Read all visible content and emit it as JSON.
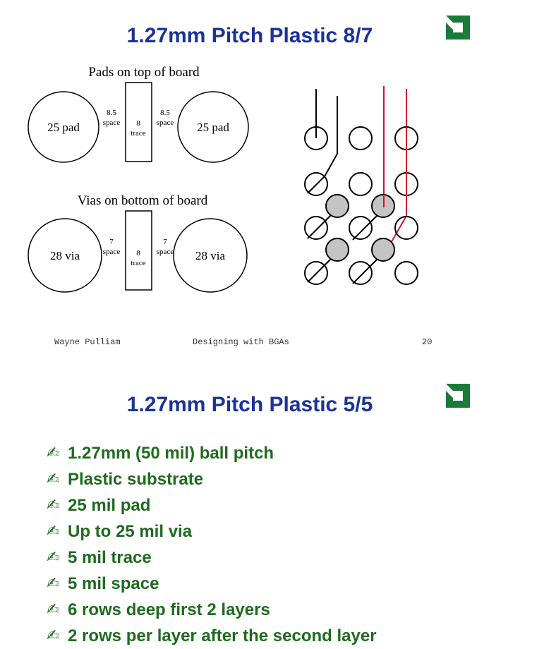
{
  "slide1": {
    "title": "1.27mm Pitch Plastic 8/7",
    "pads_heading": "Pads on top of board",
    "pads": {
      "left_label": "25 pad",
      "right_label": "25 pad",
      "left_space": [
        "8.5",
        "space"
      ],
      "right_space": [
        "8.5",
        "space"
      ],
      "trace": [
        "8",
        "trace"
      ]
    },
    "vias_heading": "Vias on bottom of board",
    "vias": {
      "left_label": "28 via",
      "right_label": "28 via",
      "left_space": [
        "7",
        "space"
      ],
      "right_space": [
        "7",
        "space"
      ],
      "trace": [
        "8",
        "trace"
      ]
    },
    "footer": {
      "author": "Wayne Pulliam",
      "course": "Designing with BGAs",
      "page": "20"
    }
  },
  "slide2": {
    "title": "1.27mm Pitch Plastic 5/5",
    "bullet_mark": "✍",
    "bullets": [
      "1.27mm (50 mil) ball pitch",
      "Plastic substrate",
      "25 mil pad",
      "Up to 25 mil via",
      "5 mil trace",
      "5 mil space",
      "6 rows deep first 2 layers",
      "2 rows per layer after the second layer"
    ]
  },
  "colors": {
    "title": "#1a3399",
    "bullet_text": "#1e6b1e",
    "logo": "#1a7a3a",
    "route_red": "#d8102a",
    "via_fill": "#c4c4c4"
  },
  "icons": {
    "logo": "amd-arrow-logo-icon",
    "bullet": "writing-hand-icon"
  }
}
